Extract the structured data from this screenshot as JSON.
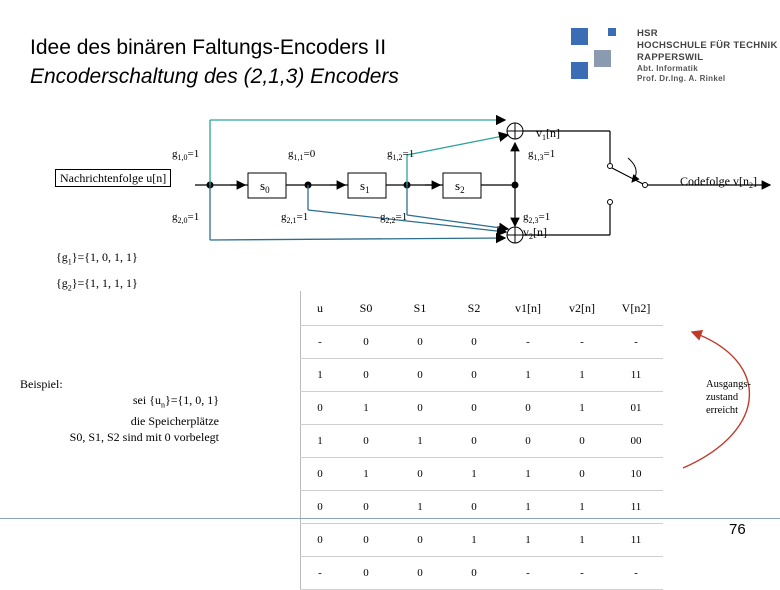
{
  "slide": {
    "title_line1": "Idee des binären Faltungs-Encoders II",
    "title_line2": "Encoderschaltung des (2,1,3) Encoders",
    "page_number": "76"
  },
  "logo": {
    "line1": "HSR",
    "line2": "HOCHSCHULE FÜR TECHNIK",
    "line3": "RAPPERSWIL",
    "line4": "Abt. Informatik",
    "line5": "Prof. Dr.Ing. A. Rinkel"
  },
  "diagram": {
    "input_label": "Nachrichtenfolge u[n]",
    "output_label": "Codefolge v[n",
    "output_sub": "2",
    "s0": "s",
    "s0_sub": "0",
    "s1": "s",
    "s1_sub": "1",
    "s2": "s",
    "s2_sub": "2",
    "v1": "v",
    "v1_sub": "1",
    "v1_tail": "[n]",
    "v2": "v",
    "v2_sub": "2",
    "v2_tail": "[n]",
    "g10": "g",
    "g10_sub": "1,0",
    "g10_val": "=1",
    "g11": "g",
    "g11_sub": "1,1",
    "g11_val": "=0",
    "g12": "g",
    "g12_sub": "1,2",
    "g12_val": "=1",
    "g13": "g",
    "g13_sub": "1,3",
    "g13_val": "=1",
    "g20": "g",
    "g20_sub": "2,0",
    "g20_val": "=1",
    "g21": "g",
    "g21_sub": "2,1",
    "g21_val": "=1",
    "g22": "g",
    "g22_sub": "2,2",
    "g22_val": "=1",
    "g23": "g",
    "g23_sub": "2,3",
    "g23_val": "=1",
    "colors": {
      "upper_path": "#2aa39a",
      "lower_path": "#2c6e8e",
      "logo_blue": "#3a6db3",
      "arrow_red": "#c0392b"
    }
  },
  "generators": {
    "g1_pre": "{g",
    "g1_sub": "1",
    "g1_post": "}={1, 0, 1, 1}",
    "g2_pre": "{g",
    "g2_sub": "2",
    "g2_post": "}={1, 1, 1, 1}"
  },
  "example": {
    "line1": "Beispiel:",
    "line2_pre": "sei {u",
    "line2_sub": "n",
    "line2_post": "}={1, 0, 1}",
    "line3": "die Speicherplätze",
    "line4": "S0, S1, S2 sind mit 0 vorbelegt"
  },
  "state_note": {
    "line1": "Ausgangs-",
    "line2": "zustand",
    "line3": "erreicht"
  },
  "table": {
    "headers": [
      "u",
      "S0",
      "S1",
      "S2",
      "v1[n]",
      "v2[n]",
      "V[n2]"
    ],
    "rows": [
      [
        "-",
        "0",
        "0",
        "0",
        "-",
        "-",
        "-"
      ],
      [
        "1",
        "0",
        "0",
        "0",
        "1",
        "1",
        "11"
      ],
      [
        "0",
        "1",
        "0",
        "0",
        "0",
        "1",
        "01"
      ],
      [
        "1",
        "0",
        "1",
        "0",
        "0",
        "0",
        "00"
      ],
      [
        "0",
        "1",
        "0",
        "1",
        "1",
        "0",
        "10"
      ],
      [
        "0",
        "0",
        "1",
        "0",
        "1",
        "1",
        "11"
      ],
      [
        "0",
        "0",
        "0",
        "1",
        "1",
        "1",
        "11"
      ],
      [
        "-",
        "0",
        "0",
        "0",
        "-",
        "-",
        "-"
      ]
    ]
  }
}
